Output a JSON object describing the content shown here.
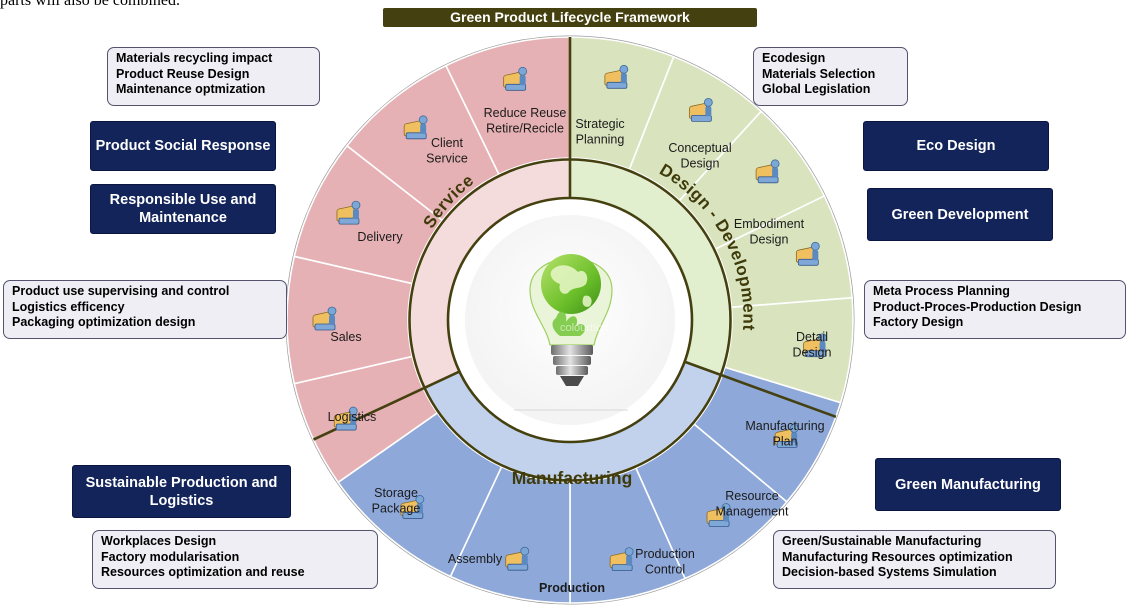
{
  "top_fragment": "parts will also be combined.",
  "title": "Green Product Lifecycle Framework",
  "center_watermark": "colourbox",
  "rings": {
    "service": "Service",
    "design": "Design - Development",
    "manufacturing": "Manufacturing"
  },
  "segments": {
    "strategic": [
      "Strategic",
      "Planning"
    ],
    "conceptual": [
      "Conceptual",
      "Design"
    ],
    "embodiment": [
      "Embodiment",
      "Design"
    ],
    "detail": [
      "Detail",
      "Design"
    ],
    "manufacturing_plan": [
      "Manufacturing",
      "Plan"
    ],
    "resource": [
      "Resource",
      "Management"
    ],
    "production_control": [
      "Production",
      "Control"
    ],
    "production": [
      "Production"
    ],
    "assembly": [
      "Assembly"
    ],
    "storage": [
      "Storage",
      "Package"
    ],
    "logistics": [
      "Logistics"
    ],
    "sales": [
      "Sales"
    ],
    "delivery": [
      "Delivery"
    ],
    "client": [
      "Client",
      "Service"
    ],
    "reduce": [
      "Reduce Reuse",
      "Retire/Recicle"
    ]
  },
  "info_boxes": {
    "service_top": [
      "Materials recycling impact",
      "Product Reuse Design",
      "Maintenance optmization"
    ],
    "design_top": [
      "Ecodesign",
      "Materials Selection",
      "Global Legislation"
    ],
    "service_left": [
      "Product use supervising and control",
      "Logistics efficency",
      "Packaging optimization design"
    ],
    "design_right": [
      "Meta Process Planning",
      "Product-Proces-Production Design",
      "Factory Design"
    ],
    "manufacturing_left": [
      "Workplaces Design",
      "Factory modularisation",
      "Resources optimization and reuse"
    ],
    "manufacturing_right": [
      "Green/Sustainable Manufacturing",
      "Manufacturing Resources optimization",
      "Decision-based Systems Simulation"
    ]
  },
  "categories": {
    "social_response": "Product Social Response",
    "responsible_use": "Responsible Use and Maintenance",
    "eco_design": "Eco Design",
    "green_development": "Green Development",
    "sustainable_production": "Sustainable Production and Logistics",
    "green_manufacturing": "Green Manufacturing"
  },
  "colors": {
    "service": "#e6b1b4",
    "design": "#d9e4bf",
    "manufacturing": "#8ea8d9",
    "category_box": "#13245a",
    "title_bar": "#44400f"
  }
}
